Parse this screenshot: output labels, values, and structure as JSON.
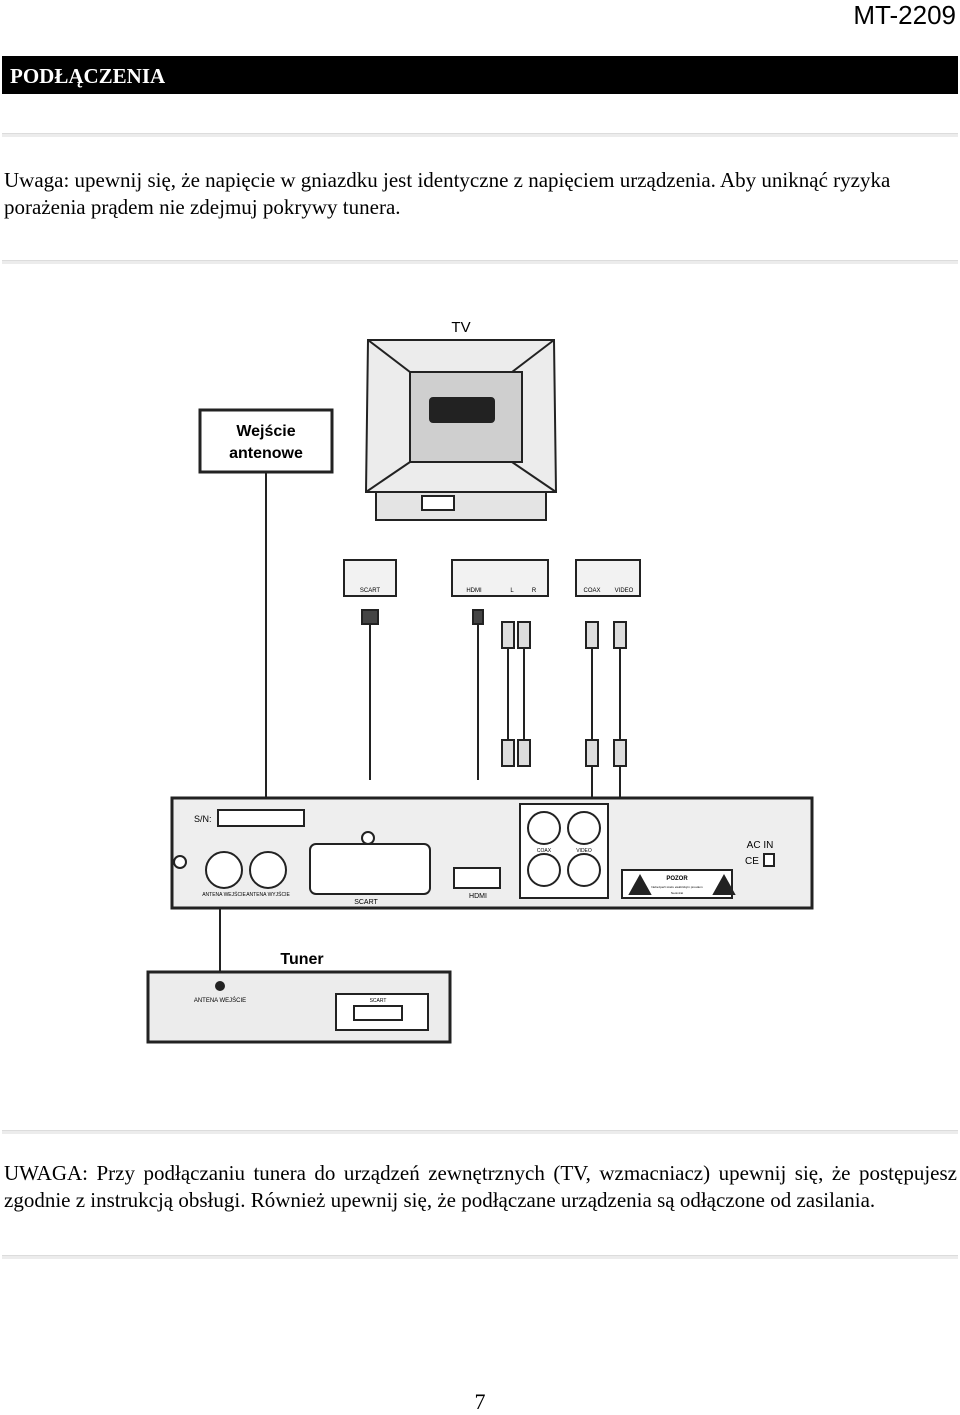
{
  "header": {
    "model": "MT-2209"
  },
  "section": {
    "title": "PODŁĄCZENIA"
  },
  "notes": {
    "warning_top": "Uwaga: upewnij się, że napięcie w gniazdku jest identyczne z napięciem urządzenia. Aby uniknąć ryzyka porażenia prądem nie zdejmuj pokrywy tunera.",
    "warning_bottom": "UWAGA: Przy podłączaniu tunera do urządzeń zewnętrznych (TV, wzmacniacz) upewnij się, że postępujesz zgodnie z instrukcją obsługi. Również upewnij się, że podłączane urządzenia są odłączone od zasilania."
  },
  "diagram": {
    "tv_label": "TV",
    "antenna_box_line1": "Wejście",
    "antenna_box_line2": "antenowe",
    "tuner_label": "Tuner",
    "port_scart": "SCART",
    "port_hdmi": "HDMI",
    "port_l": "L",
    "port_r": "R",
    "port_coax": "COAX",
    "port_video": "VIDEO",
    "sn_label": "S/N:",
    "antenna_in": "ANTENA WEJŚCIE",
    "antenna_out": "ANTENA WYJŚCIE",
    "ac_in": "AC IN",
    "ce_mark": "CE",
    "warning_label": "POZOR",
    "warning_sub1": "Nebezpečí úrazu elektrickým proudem",
    "warning_sub2": "Neotvírat",
    "tuner_antenna": "ANTENA WEJŚCIE",
    "tuner_scart": "SCART"
  },
  "footer": {
    "page_number": "7"
  }
}
